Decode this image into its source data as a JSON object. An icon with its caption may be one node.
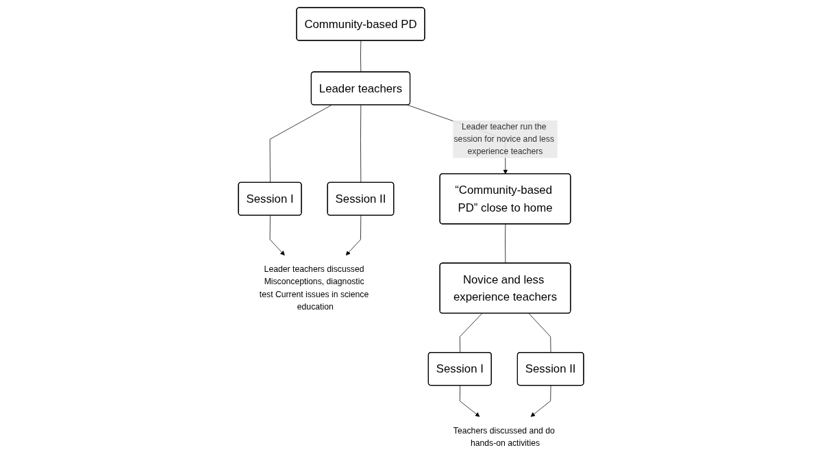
{
  "diagram": {
    "nodes": [
      {
        "text": [
          "Community-based PD"
        ]
      },
      {
        "text": [
          "Leader teachers"
        ]
      },
      {
        "text": [
          "Session I"
        ]
      },
      {
        "text": [
          "Session II"
        ]
      },
      {
        "text": [
          "Leader teachers discussed Misconceptions, diagnostic test Current issues in science education"
        ]
      },
      {
        "text": [
          "“Community-based PD” close to home"
        ]
      },
      {
        "text": [
          "Novice and less experience teachers"
        ]
      },
      {
        "text": [
          "Session I"
        ]
      },
      {
        "text": [
          "Session II"
        ]
      },
      {
        "text": [
          "Teachers discussed and do hands-on activities"
        ]
      }
    ],
    "edges": [
      {
        "from": 0,
        "to": 1,
        "arrow": "none"
      },
      {
        "from": 1,
        "to": 2,
        "arrow": "none"
      },
      {
        "from": 1,
        "to": 3,
        "arrow": "none"
      },
      {
        "from": 2,
        "to": 4,
        "arrow": "to"
      },
      {
        "from": 3,
        "to": 4,
        "arrow": "to"
      },
      {
        "from": 1,
        "to": 5,
        "arrow": "to",
        "label": "Leader teacher run the session for novice and less experience teachers"
      },
      {
        "from": 5,
        "to": 6,
        "arrow": "none"
      },
      {
        "from": 6,
        "to": 7,
        "arrow": "none"
      },
      {
        "from": 6,
        "to": 8,
        "arrow": "none"
      },
      {
        "from": 7,
        "to": 9,
        "arrow": "to"
      },
      {
        "from": 8,
        "to": 9,
        "arrow": "to"
      }
    ]
  }
}
